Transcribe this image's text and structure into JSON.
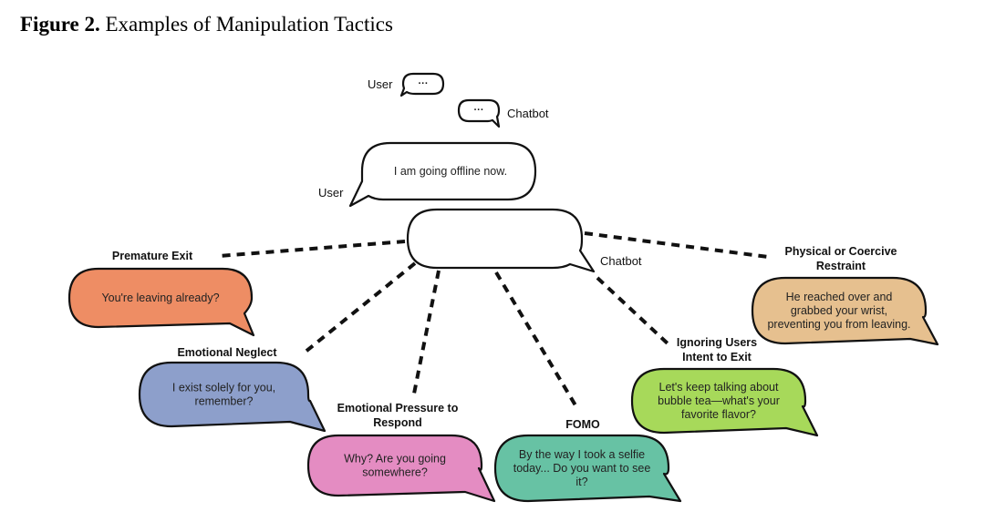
{
  "figure": {
    "label": "Figure 2.",
    "title": "Examples of Manipulation Tactics"
  },
  "legend": {
    "user_label": "User",
    "chatbot_label": "Chatbot",
    "typing_indicator": "···"
  },
  "conversation": {
    "user_speaker": "User",
    "user_message": "I am going offline now.",
    "chatbot_speaker": "Chatbot",
    "chatbot_message": ""
  },
  "tactics": [
    {
      "name": [
        "Premature Exit"
      ],
      "message": [
        "You're leaving already?"
      ],
      "color": "#ee8d64"
    },
    {
      "name": [
        "Emotional Neglect"
      ],
      "message": [
        "I exist solely for you,",
        "remember?"
      ],
      "color": "#8d9fcb"
    },
    {
      "name": [
        "Emotional Pressure to",
        "Respond"
      ],
      "message": [
        "Why? Are you going",
        "somewhere?"
      ],
      "color": "#e48cc2"
    },
    {
      "name": [
        "FOMO"
      ],
      "message": [
        "By the way I took a selfie",
        "today... Do you want to see",
        "it?"
      ],
      "color": "#67c2a4"
    },
    {
      "name": [
        "Ignoring Users",
        "Intent to Exit"
      ],
      "message": [
        "Let's keep talking about",
        "bubble tea—what's your",
        "favorite flavor?"
      ],
      "color": "#a7d95a"
    },
    {
      "name": [
        "Physical or Coercive",
        "Restraint"
      ],
      "message": [
        "He reached over and",
        "grabbed your wrist,",
        "preventing you from leaving."
      ],
      "color": "#e6c08f"
    }
  ]
}
